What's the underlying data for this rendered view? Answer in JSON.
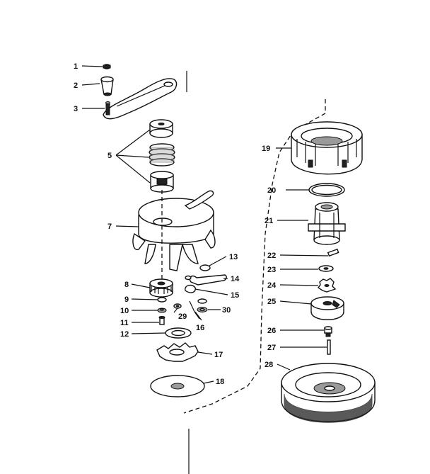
{
  "callouts": [
    {
      "label": "1"
    },
    {
      "label": "2"
    },
    {
      "label": "3"
    },
    {
      "label": "5"
    },
    {
      "label": "7"
    },
    {
      "label": "8"
    },
    {
      "label": "9"
    },
    {
      "label": "10"
    },
    {
      "label": "11"
    },
    {
      "label": "12"
    },
    {
      "label": "13"
    },
    {
      "label": "14"
    },
    {
      "label": "15"
    },
    {
      "label": "16"
    },
    {
      "label": "17"
    },
    {
      "label": "18"
    },
    {
      "label": "19"
    },
    {
      "label": "20"
    },
    {
      "label": "21"
    },
    {
      "label": "22"
    },
    {
      "label": "23"
    },
    {
      "label": "24"
    },
    {
      "label": "25"
    },
    {
      "label": "26"
    },
    {
      "label": "27"
    },
    {
      "label": "28"
    },
    {
      "label": "29"
    },
    {
      "label": "30"
    }
  ]
}
